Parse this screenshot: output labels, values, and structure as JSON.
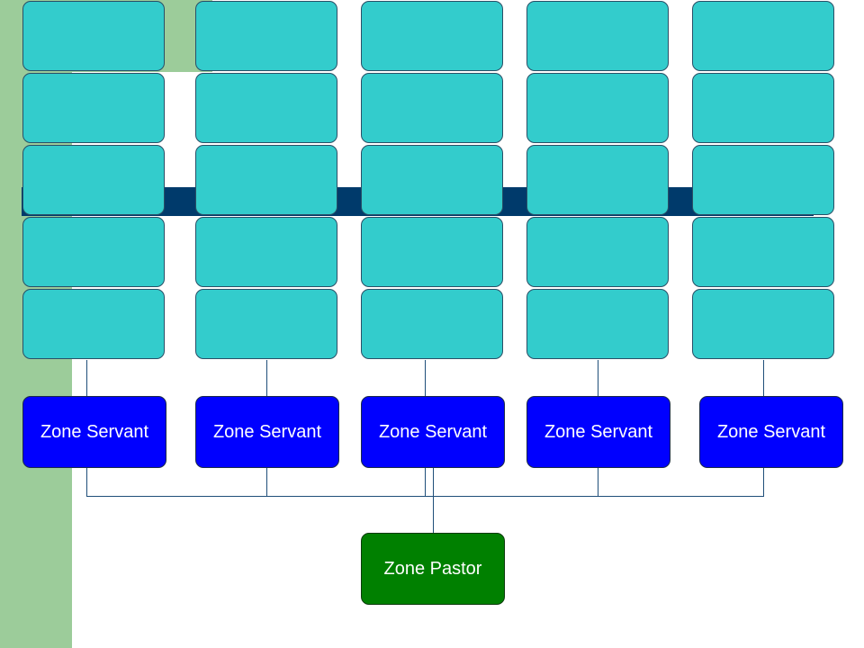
{
  "colors": {
    "background": "#ffffff",
    "side_band": "#9ccc9a",
    "dark_bar": "#003a6b",
    "cell": "#33cccc",
    "servant": "#0000ff",
    "pastor": "#008000",
    "connector": "#1f4e79"
  },
  "grid": {
    "columns": 5,
    "rows": 5
  },
  "servants": [
    {
      "label": "Zone Servant"
    },
    {
      "label": "Zone Servant"
    },
    {
      "label": "Zone Servant"
    },
    {
      "label": "Zone Servant"
    },
    {
      "label": "Zone Servant"
    }
  ],
  "pastor": {
    "label": "Zone Pastor"
  }
}
